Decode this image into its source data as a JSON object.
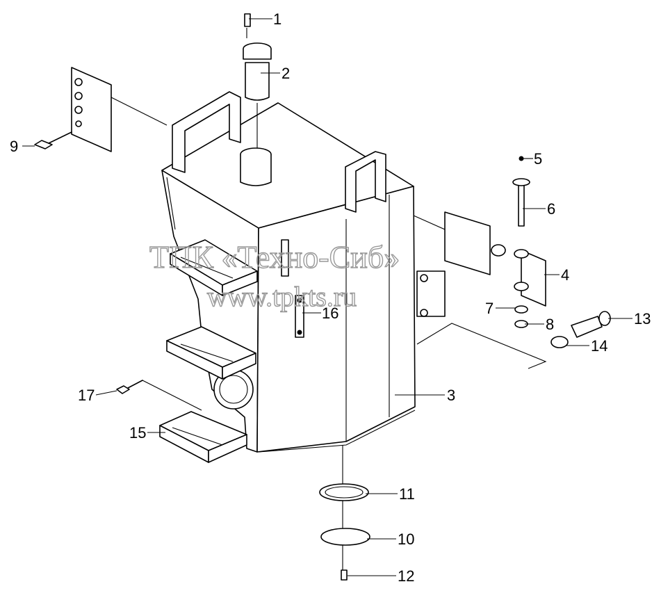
{
  "watermark": {
    "line1": "ТПК «Техно-Сиб»",
    "line2": "www.tpkts.ru"
  },
  "callouts": [
    "1",
    "2",
    "3",
    "4",
    "5",
    "6",
    "7",
    "8",
    "9",
    "10",
    "11",
    "12",
    "13",
    "14",
    "15",
    "16",
    "17"
  ]
}
